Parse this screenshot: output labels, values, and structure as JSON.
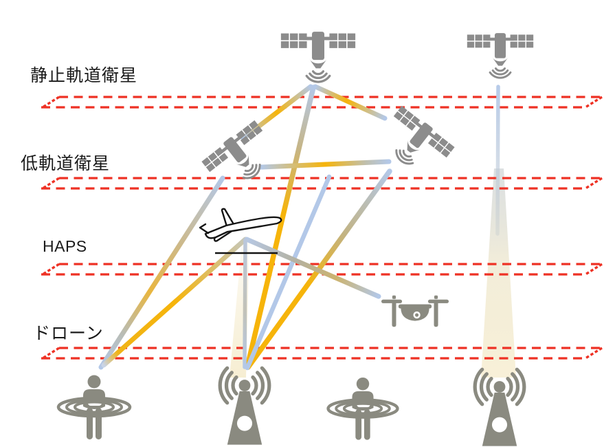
{
  "layers": [
    {
      "label": "静止軌道衛星"
    },
    {
      "label": "低軌道衛星"
    },
    {
      "label": "HAPS"
    },
    {
      "label": "ドローン"
    }
  ],
  "nodes": [
    {
      "id": "geo-satellite-center",
      "icon": "satellite-icon"
    },
    {
      "id": "geo-satellite-right",
      "icon": "satellite-icon"
    },
    {
      "id": "leo-satellite-left",
      "icon": "satellite-icon"
    },
    {
      "id": "leo-satellite-right",
      "icon": "satellite-icon"
    },
    {
      "id": "haps-aircraft",
      "icon": "airplane-icon"
    },
    {
      "id": "drone",
      "icon": "drone-icon"
    },
    {
      "id": "ground-user-left",
      "icon": "person-coverage-icon"
    },
    {
      "id": "ground-station-left",
      "icon": "antenna-tower-icon"
    },
    {
      "id": "ground-user-right",
      "icon": "person-coverage-icon"
    },
    {
      "id": "ground-station-right",
      "icon": "antenna-tower-icon"
    }
  ],
  "links": [
    {
      "from": "geo-satellite-center",
      "to": "leo-satellite-left",
      "type": "line"
    },
    {
      "from": "geo-satellite-center",
      "to": "leo-satellite-right",
      "type": "line"
    },
    {
      "from": "geo-satellite-center",
      "to": "ground-station-left",
      "type": "line"
    },
    {
      "from": "leo-satellite-left",
      "to": "leo-satellite-right",
      "type": "line"
    },
    {
      "from": "leo-satellite-left",
      "to": "ground-user-left",
      "type": "line"
    },
    {
      "from": "leo-satellite-right",
      "to": "ground-station-left",
      "type": "line"
    },
    {
      "from": "leo-constellation",
      "to": "ground-station-left",
      "type": "line"
    },
    {
      "from": "haps-aircraft",
      "to": "ground-user-left",
      "type": "line"
    },
    {
      "from": "haps-aircraft",
      "to": "drone",
      "type": "line"
    },
    {
      "from": "haps-aircraft",
      "to": "ground-station-left",
      "type": "line"
    },
    {
      "from": "haps-aircraft",
      "to": "ground-station-left",
      "type": "beam"
    },
    {
      "from": "geo-satellite-right",
      "to": "ground-station-right",
      "type": "beam"
    }
  ],
  "palette": {
    "line_blue": "#b3c8e8",
    "line_yellow": "#f6b40a",
    "line_gray": "#b4b1a0",
    "dash_red": "#ee3124",
    "icon_gray": "#8c8c8c",
    "icon_warm_gray": "#8a8a80",
    "beam_cream": "#f6edd2",
    "label_black": "#1a1a1a",
    "plane_black": "#141414"
  }
}
